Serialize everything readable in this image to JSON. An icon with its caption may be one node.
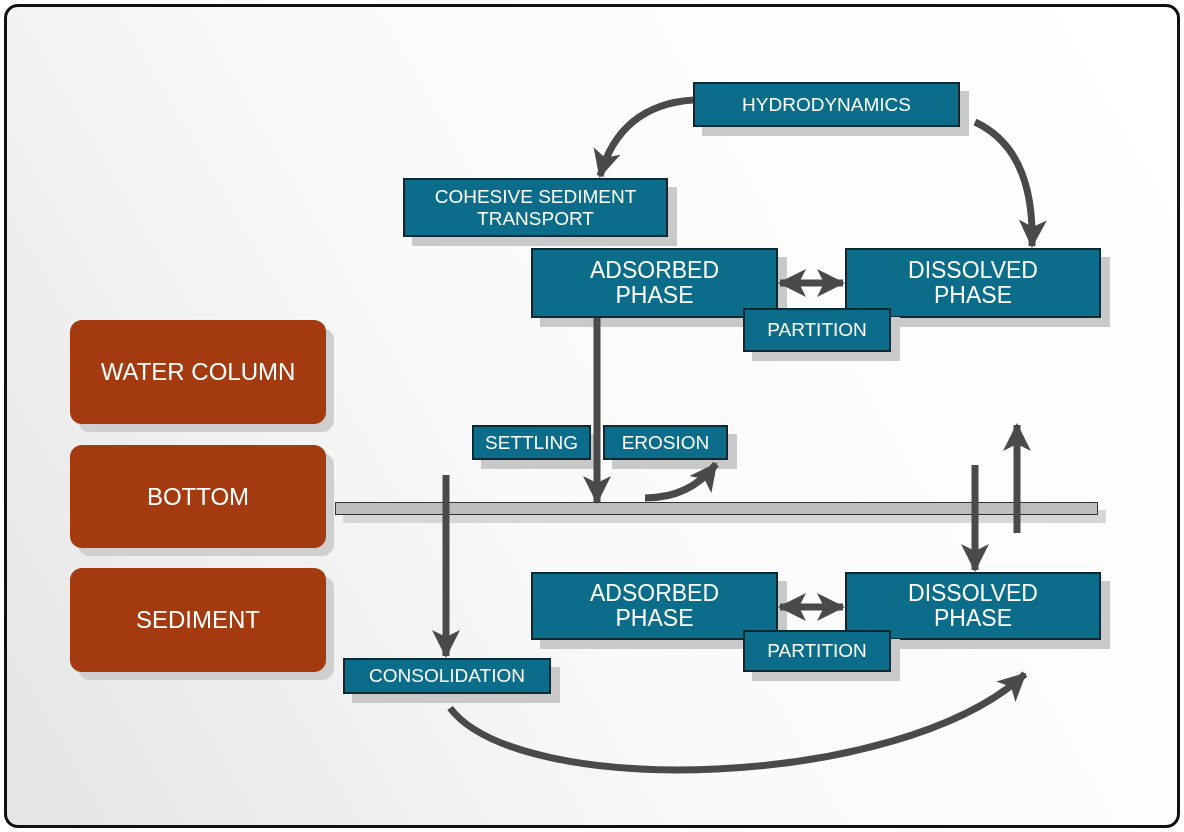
{
  "diagram": {
    "nodes": [
      {
        "text": [
          "HYDRODYNAMICS"
        ]
      },
      {
        "text": [
          "COHESIVE SEDIMENT TRANSPORT"
        ]
      },
      {
        "text": [
          "ADSORBED PHASE"
        ]
      },
      {
        "text": [
          "DISSOLVED PHASE"
        ]
      },
      {
        "text": [
          "PARTITION"
        ]
      },
      {
        "text": [
          "WATER COLUMN"
        ]
      },
      {
        "text": [
          "SETTLING"
        ]
      },
      {
        "text": [
          "EROSION"
        ]
      },
      {
        "text": [
          "BOTTOM"
        ]
      },
      {
        "text": [],
        "shape": "bar"
      },
      {
        "text": [
          "SEDIMENT"
        ]
      },
      {
        "text": [
          "ADSORBED PHASE"
        ]
      },
      {
        "text": [
          "DISSOLVED PHASE"
        ]
      },
      {
        "text": [
          "PARTITION"
        ]
      },
      {
        "text": [
          "CONSOLIDATION"
        ]
      }
    ],
    "edges": [
      {
        "from": 0,
        "to": 1,
        "arrow": "to"
      },
      {
        "from": 0,
        "to": 3,
        "arrow": "to"
      },
      {
        "from": 2,
        "to": 3,
        "arrow": "both"
      },
      {
        "from": 2,
        "to": 9,
        "arrow": "to"
      },
      {
        "from": 9,
        "to": 7,
        "arrow": "to"
      },
      {
        "from": null,
        "to": 14,
        "arrow": "to"
      },
      {
        "from": null,
        "to": 12,
        "arrow": "to"
      },
      {
        "from": 9,
        "to": null,
        "arrow": "to"
      },
      {
        "from": 11,
        "to": 12,
        "arrow": "both"
      },
      {
        "from": 14,
        "to": 12,
        "arrow": "to"
      }
    ]
  }
}
